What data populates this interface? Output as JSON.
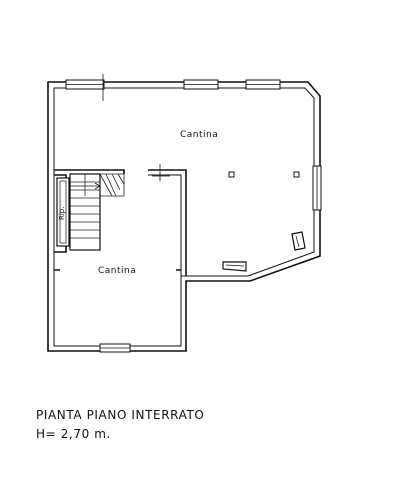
{
  "plan": {
    "rooms": [
      {
        "id": "cantina-upper",
        "label": "Cantina"
      },
      {
        "id": "cantina-lower",
        "label": "Cantina"
      }
    ],
    "storage": {
      "label": "Rip."
    }
  },
  "caption": {
    "title": "PIANTA PIANO INTERRATO",
    "height": "H= 2,70 m."
  }
}
